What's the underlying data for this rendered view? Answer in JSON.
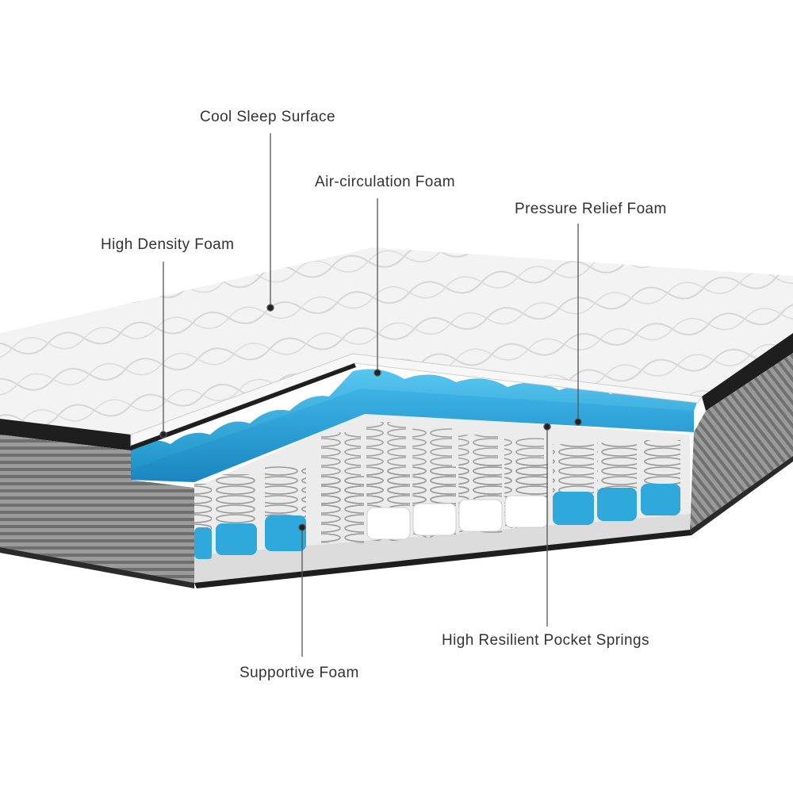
{
  "labels": {
    "cool_sleep_surface": "Cool Sleep Surface",
    "air_circulation_foam": "Air-circulation Foam",
    "pressure_relief_foam": "Pressure Relief Foam",
    "high_density_foam": "High Density Foam",
    "pocket_springs": "High Resilient Pocket Springs",
    "supportive_foam": "Supportive Foam"
  },
  "colors": {
    "accent_foam": "#2fa9dc",
    "quilt_top": "#f1f1f1",
    "border_fabric": "#8c8c8c",
    "edge_dark": "#1e1e1e",
    "label_text": "#333333"
  }
}
